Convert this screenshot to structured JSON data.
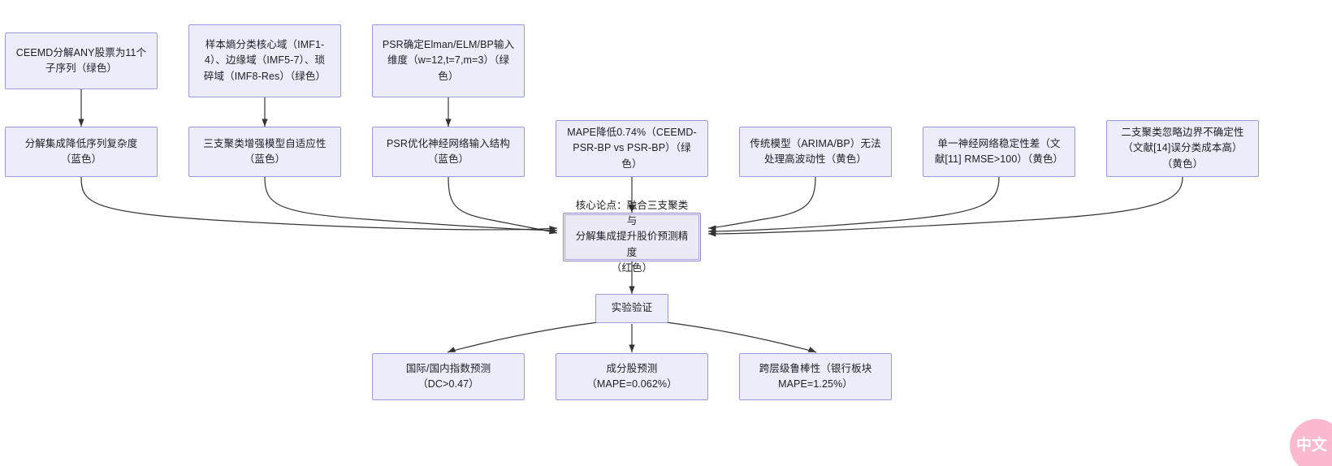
{
  "diagram": {
    "type": "flowchart",
    "title": "",
    "background": "#ffffff",
    "node_fill": "#ECECFB",
    "node_border": "#9A9AD9",
    "edge_color": "#333333",
    "core_border": "#8F87C9",
    "watermark_color": "#FBB6CE"
  },
  "nodes": {
    "row1": [
      {
        "id": "n1",
        "label": "CEEMD分解ANY股票为11个\n子序列（绿色）"
      },
      {
        "id": "n2",
        "label": "样本熵分类核心域（IMF1-\n4）、边缘域（IMF5-7）、琐\n碎域（IMF8-Res）（绿色）"
      },
      {
        "id": "n3",
        "label": "PSR确定Elman/ELM/BP输入\n维度（w=12,t=7,m=3）（绿\n色）"
      }
    ],
    "row2": [
      {
        "id": "n4",
        "label": "分解集成降低序列复杂度\n（蓝色）"
      },
      {
        "id": "n5",
        "label": "三支聚类增强模型自适应性\n（蓝色）"
      },
      {
        "id": "n6",
        "label": "PSR优化神经网络输入结构\n（蓝色）"
      },
      {
        "id": "n7",
        "label": "MAPE降低0.74%（CEEMD-\nPSR-BP vs PSR-BP）（绿\n色）"
      },
      {
        "id": "n8",
        "label": "传统模型（ARIMA/BP）无法\n处理高波动性（黄色）"
      },
      {
        "id": "n9",
        "label": "单一神经网络稳定性差（文\n献[11] RMSE>100）（黄色）"
      },
      {
        "id": "n10",
        "label": "二支聚类忽略边界不确定性\n（文献[14]误分类成本高）\n（黄色）"
      }
    ],
    "core": {
      "id": "core",
      "label": "核心论点：融合三支聚类与\n分解集成提升股价预测精度\n（红色）"
    },
    "validation": {
      "id": "val",
      "label": "实验验证"
    },
    "row4": [
      {
        "id": "n11",
        "label": "国际/国内指数预测\n（DC>0.47）"
      },
      {
        "id": "n12",
        "label": "成分股预测\n（MAPE=0.062%）"
      },
      {
        "id": "n13",
        "label": "跨层级鲁棒性（银行板块\nMAPE=1.25%）"
      }
    ]
  },
  "watermark": {
    "text": "中文"
  }
}
